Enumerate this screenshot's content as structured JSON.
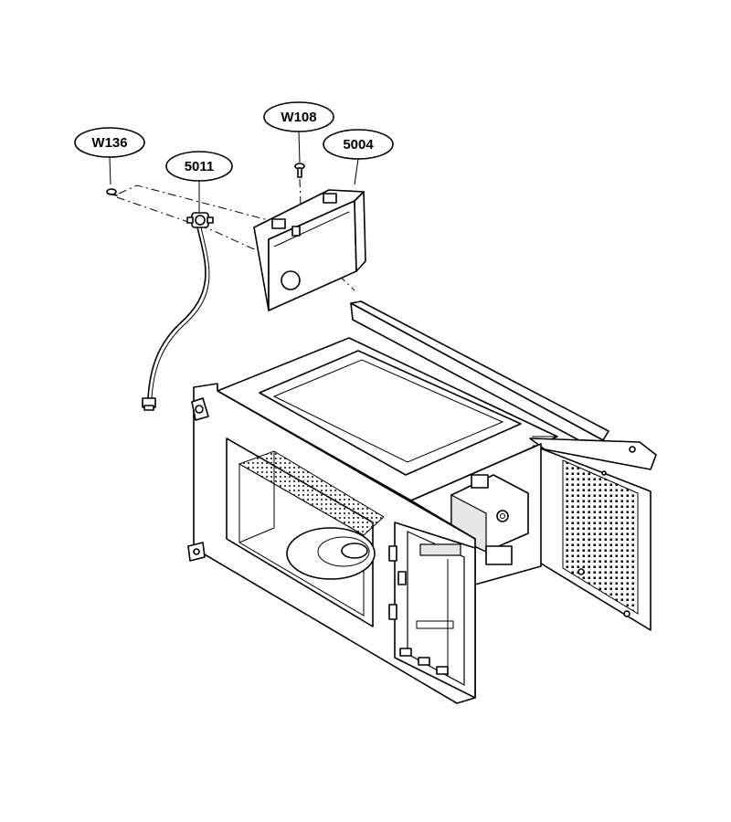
{
  "callouts": [
    {
      "id": "w136",
      "label": "W136"
    },
    {
      "id": "5011",
      "label": "5011"
    },
    {
      "id": "w108",
      "label": "W108"
    },
    {
      "id": "5004",
      "label": "5004"
    }
  ]
}
